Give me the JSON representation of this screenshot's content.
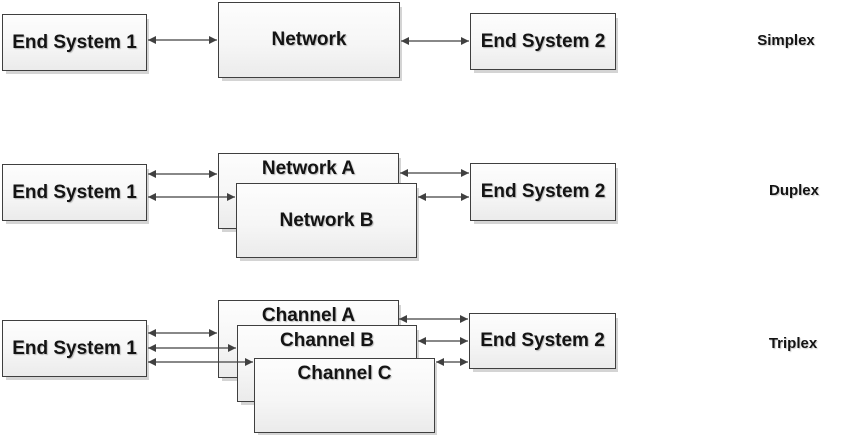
{
  "rows": [
    {
      "mode_label": "Simplex",
      "left_box": "End System 1",
      "right_box": "End System 2",
      "middle_boxes": [
        {
          "label": "Network"
        }
      ]
    },
    {
      "mode_label": "Duplex",
      "left_box": "End System 1",
      "right_box": "End System 2",
      "middle_boxes": [
        {
          "label": "Network A"
        },
        {
          "label": "Network B"
        }
      ]
    },
    {
      "mode_label": "Triplex",
      "left_box": "End System 1",
      "right_box": "End System 2",
      "middle_boxes": [
        {
          "label": "Channel A"
        },
        {
          "label": "Channel B"
        },
        {
          "label": "Channel C"
        }
      ]
    }
  ],
  "colors": {
    "box_border": "#3f3f3f",
    "box_fill_top": "#fdfdfd",
    "box_fill_bottom": "#ebebeb",
    "arrow": "#404040",
    "text": "#141414",
    "background": "#ffffff"
  }
}
